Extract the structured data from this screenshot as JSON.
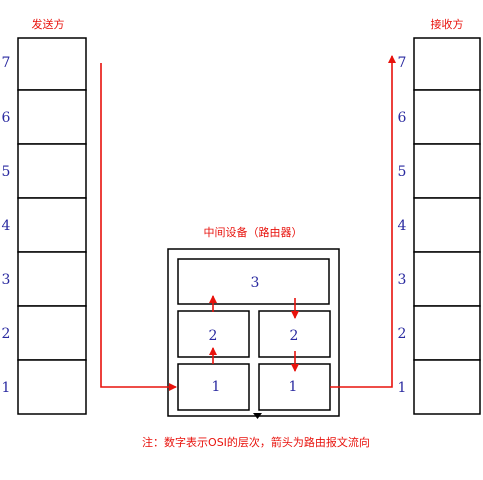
{
  "sender": {
    "title": "发送方",
    "layers": [
      "7",
      "6",
      "5",
      "4",
      "3",
      "2",
      "1"
    ]
  },
  "receiver": {
    "title": "接收方",
    "layers": [
      "7",
      "6",
      "5",
      "4",
      "3",
      "2",
      "1"
    ]
  },
  "router": {
    "title": "中间设备（路由器）",
    "top_layer": "3",
    "left_layers": [
      "2",
      "1"
    ],
    "right_layers": [
      "2",
      "1"
    ]
  },
  "note": "注：数字表示OSI的层次，箭头为路由报文流向",
  "colors": {
    "arrow": "#e8120c",
    "layer_number": "#2a2aa0",
    "border": "#000000"
  }
}
